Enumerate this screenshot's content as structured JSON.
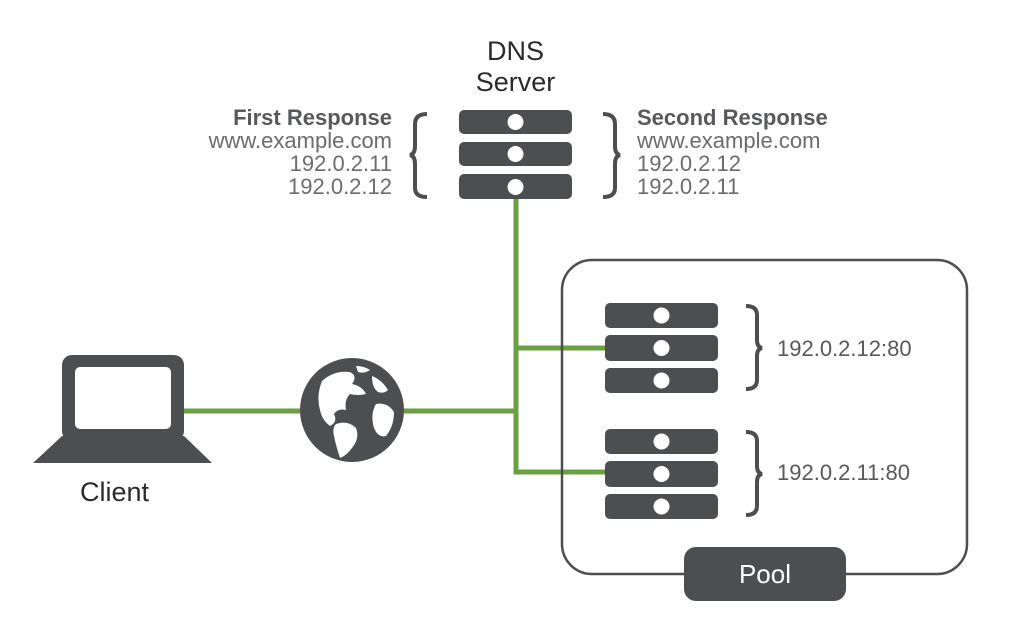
{
  "colors": {
    "link": "#6a9f42",
    "device": "#4d4e50",
    "text": "#545557"
  },
  "dns_server": {
    "title_line1": "DNS",
    "title_line2": "Server",
    "icon": "server-stack-icon"
  },
  "first_response": {
    "heading": "First Response",
    "domain": "www.example.com",
    "records": [
      "192.0.2.11",
      "192.0.2.12"
    ]
  },
  "second_response": {
    "heading": "Second Response",
    "domain": "www.example.com",
    "records": [
      "192.0.2.12",
      "192.0.2.11"
    ]
  },
  "client": {
    "label": "Client",
    "icon": "laptop-icon"
  },
  "internet": {
    "icon": "globe-icon"
  },
  "pool": {
    "label": "Pool",
    "members": [
      {
        "address": "192.0.2.12:80",
        "icon": "server-stack-icon"
      },
      {
        "address": "192.0.2.11:80",
        "icon": "server-stack-icon"
      }
    ]
  }
}
